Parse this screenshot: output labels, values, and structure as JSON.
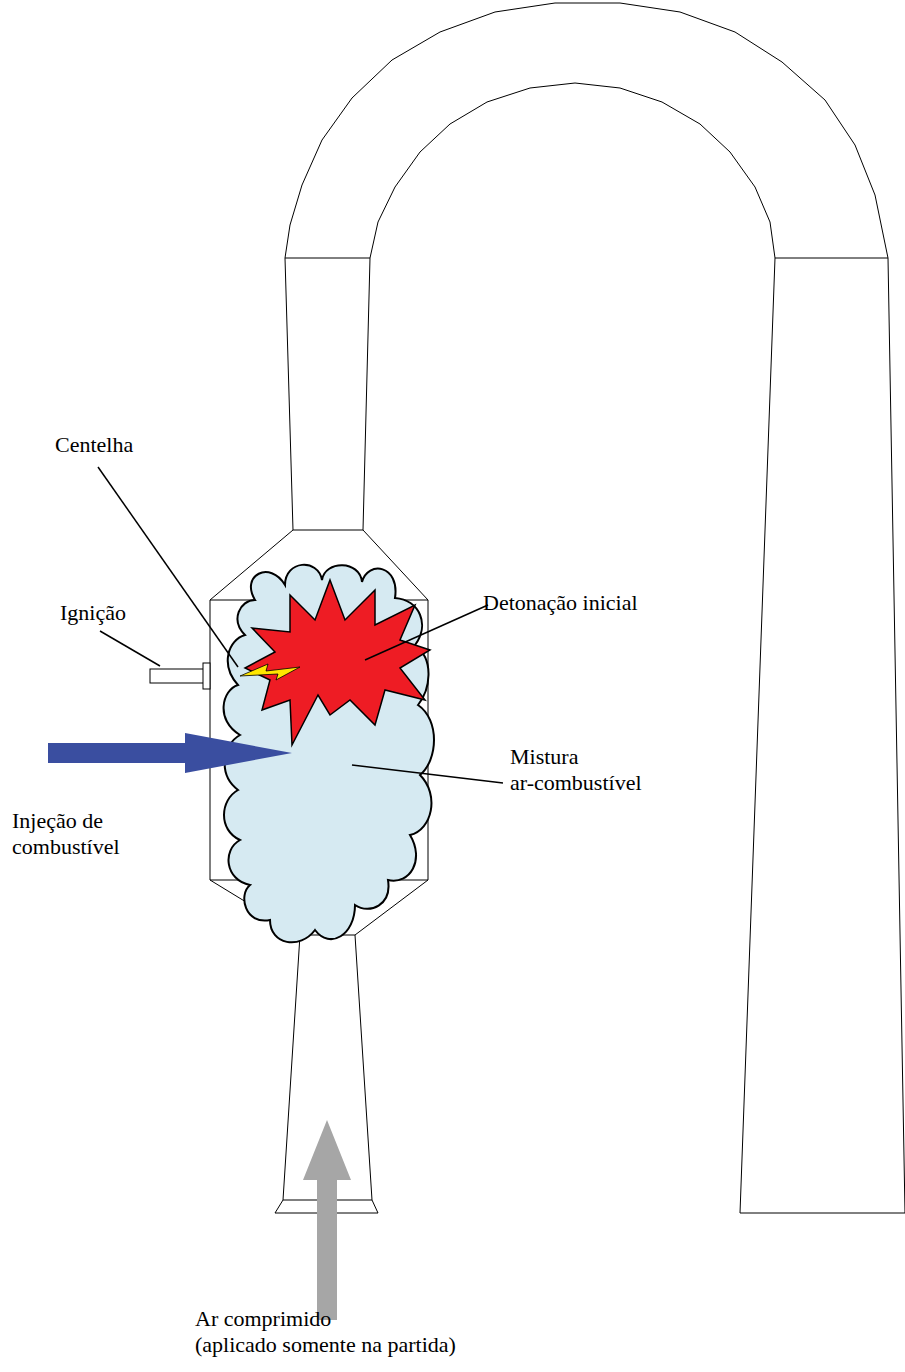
{
  "diagram": {
    "labels": [
      "Centelha",
      "Ignição",
      "Detonação inicial",
      "Mistura ar-combustível",
      "Injeção de combustível",
      "Ar comprimido (aplicado somente na partida)"
    ]
  }
}
